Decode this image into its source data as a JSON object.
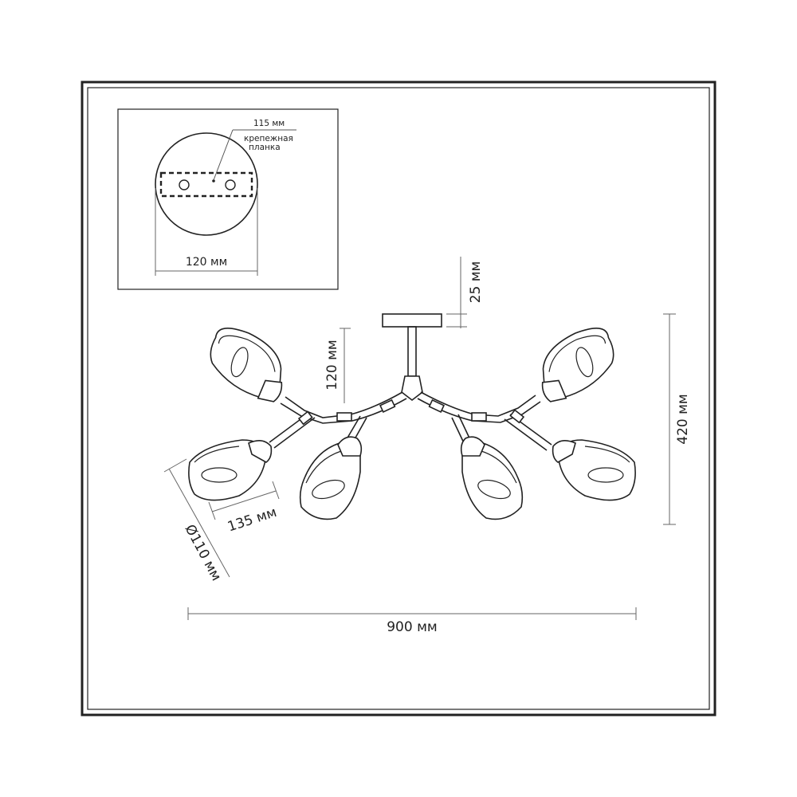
{
  "inset": {
    "bar_label": "115 мм",
    "plate_label_line1": "крепежная",
    "plate_label_line2": "планка",
    "diameter_label": "120 мм"
  },
  "dimensions": {
    "canopy_height": "25 мм",
    "shade_drop": "120 мм",
    "total_height": "420 мм",
    "shade_length": "135 мм",
    "shade_diameter": "Ø110 мм",
    "total_width": "900 мм"
  }
}
